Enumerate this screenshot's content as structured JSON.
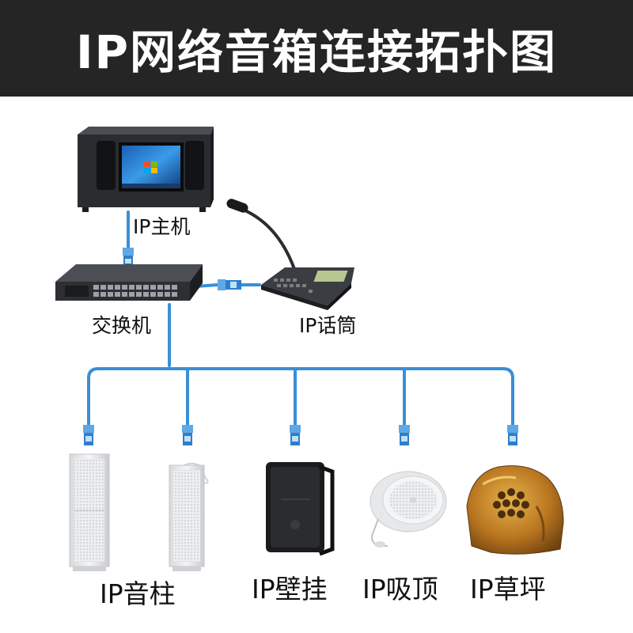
{
  "header": {
    "title": "IP网络音箱连接拓扑图"
  },
  "nodes": {
    "host": {
      "label": "IP主机",
      "icon": "rack-monitor-icon"
    },
    "switch": {
      "label": "交换机",
      "icon": "network-switch-icon"
    },
    "mic": {
      "label": "IP话筒",
      "icon": "desk-microphone-icon"
    },
    "column": {
      "label": "IP音柱",
      "icon": "column-speaker-icon"
    },
    "wall": {
      "label": "IP壁挂",
      "icon": "wall-speaker-icon"
    },
    "ceiling": {
      "label": "IP吸顶",
      "icon": "ceiling-speaker-icon"
    },
    "lawn": {
      "label": "IP草坪",
      "icon": "rock-lawn-speaker-icon"
    }
  },
  "colors": {
    "header_bg": "#252525",
    "header_text": "#ffffff",
    "cable": "#3a8fd6",
    "connector": "#2f7fc8"
  }
}
